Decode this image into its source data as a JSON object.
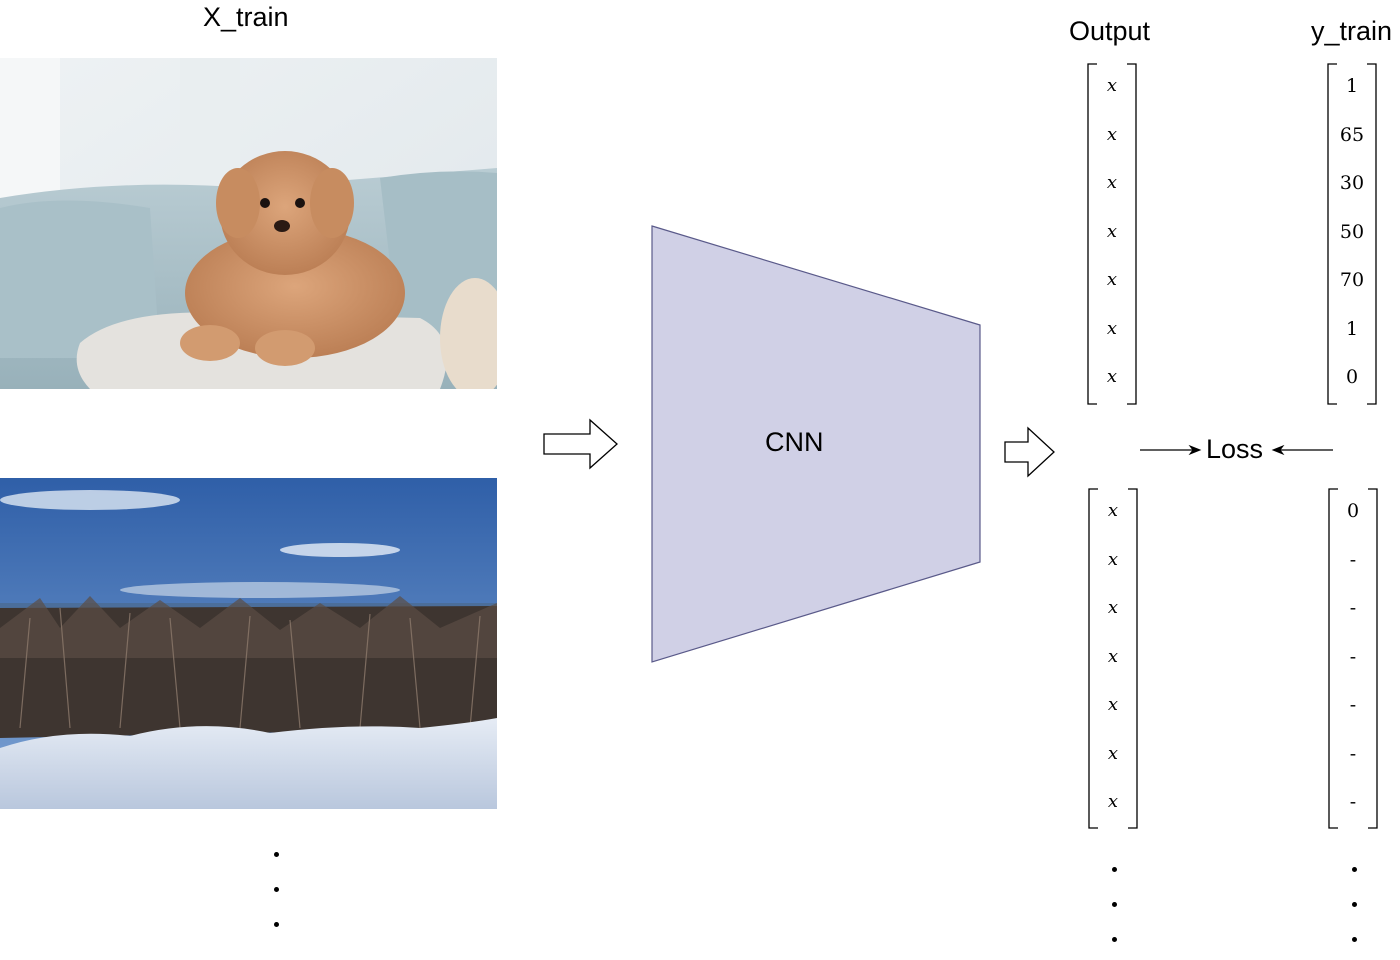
{
  "inputs": {
    "title": "X_train",
    "images": [
      {
        "icon": "poodle-on-sofa-photo"
      },
      {
        "icon": "snowy-forest-landscape-photo"
      }
    ]
  },
  "model": {
    "label": "CNN",
    "fill_color": "#d0d0e6",
    "stroke_color": "#5a5a8a"
  },
  "output": {
    "title": "Output",
    "vectors": [
      [
        "x",
        "x",
        "x",
        "x",
        "x",
        "x",
        "x"
      ],
      [
        "x",
        "x",
        "x",
        "x",
        "x",
        "x",
        "x"
      ]
    ]
  },
  "targets": {
    "title": "y_train",
    "vectors": [
      [
        "1",
        "65",
        "30",
        "50",
        "70",
        "1",
        "0"
      ],
      [
        "0",
        "-",
        "-",
        "-",
        "-",
        "-",
        "-"
      ]
    ]
  },
  "loss": {
    "label": "Loss"
  }
}
